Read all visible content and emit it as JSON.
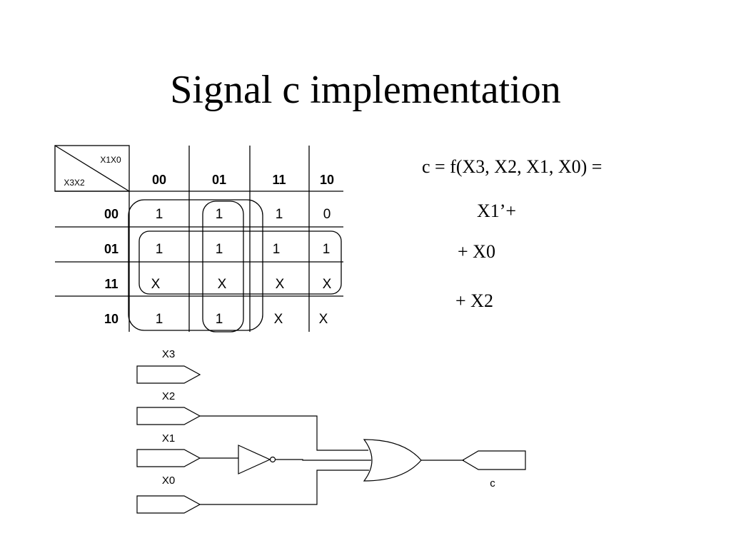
{
  "slide": {
    "title": "Signal c implementation"
  },
  "kmap": {
    "corner_top": "X1X0",
    "corner_bottom": "X3X2",
    "col_headers": [
      "00",
      "01",
      "11",
      "10"
    ],
    "row_headers": [
      "00",
      "01",
      "11",
      "10"
    ],
    "cells": [
      [
        "1",
        "1",
        "1",
        "0"
      ],
      [
        "1",
        "1",
        "1",
        "1"
      ],
      [
        "X",
        "X",
        "X",
        "X"
      ],
      [
        "1",
        "1",
        "X",
        "X"
      ]
    ]
  },
  "equation": {
    "line1": "c =  f(X3, X2, X1, X0) =",
    "term1": "X1’+",
    "term2": "+ X0",
    "term3": "+ X2"
  },
  "circuit": {
    "inputs": [
      "X3",
      "X2",
      "X1",
      "X0"
    ],
    "output": "c"
  }
}
